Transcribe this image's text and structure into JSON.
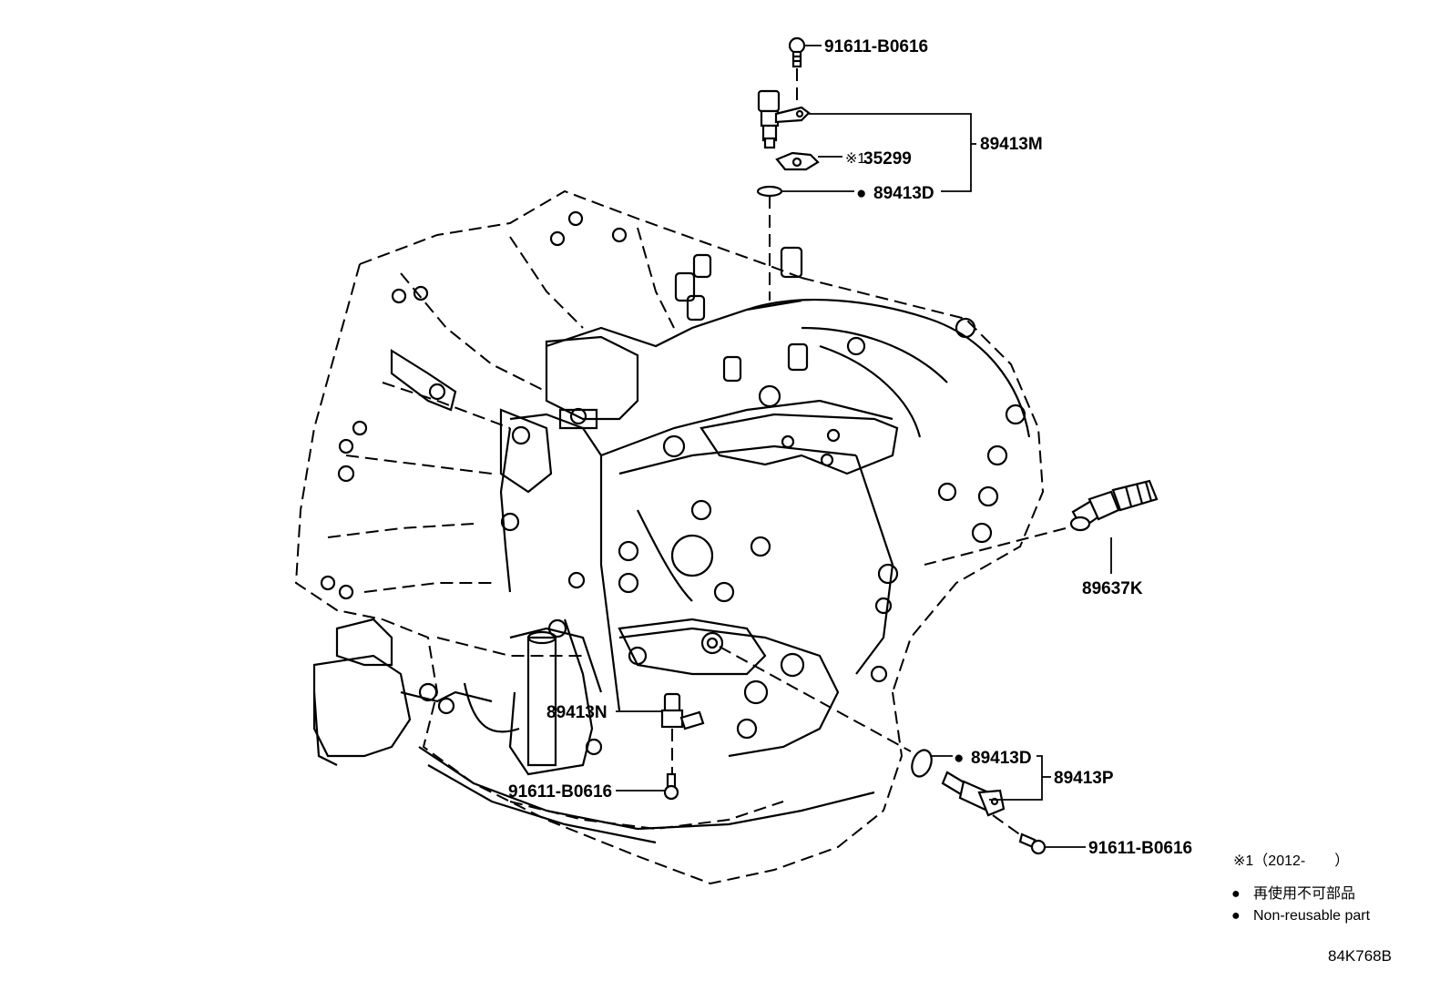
{
  "parts": {
    "bolt_top": "91611-B0616",
    "sensor_top_assy": "89413M",
    "bracket_note_mark": "※1",
    "bracket_top": "35299",
    "oring_top_mark": "●",
    "oring_top": "89413D",
    "sensor_right": "89637K",
    "sensor_lower_left": "89413N",
    "bolt_lower_left": "91611-B0616",
    "oring_lower_mark": "●",
    "oring_lower": "89413D",
    "sensor_lower_assy": "89413P",
    "bolt_lower_right": "91611-B0616"
  },
  "legend": {
    "note_1": "※1（2012-　　）",
    "non_reusable_jp": "再使用不可部品",
    "non_reusable_en": "Non-reusable part",
    "bullet": "●"
  },
  "diagram_code": "84K768B"
}
